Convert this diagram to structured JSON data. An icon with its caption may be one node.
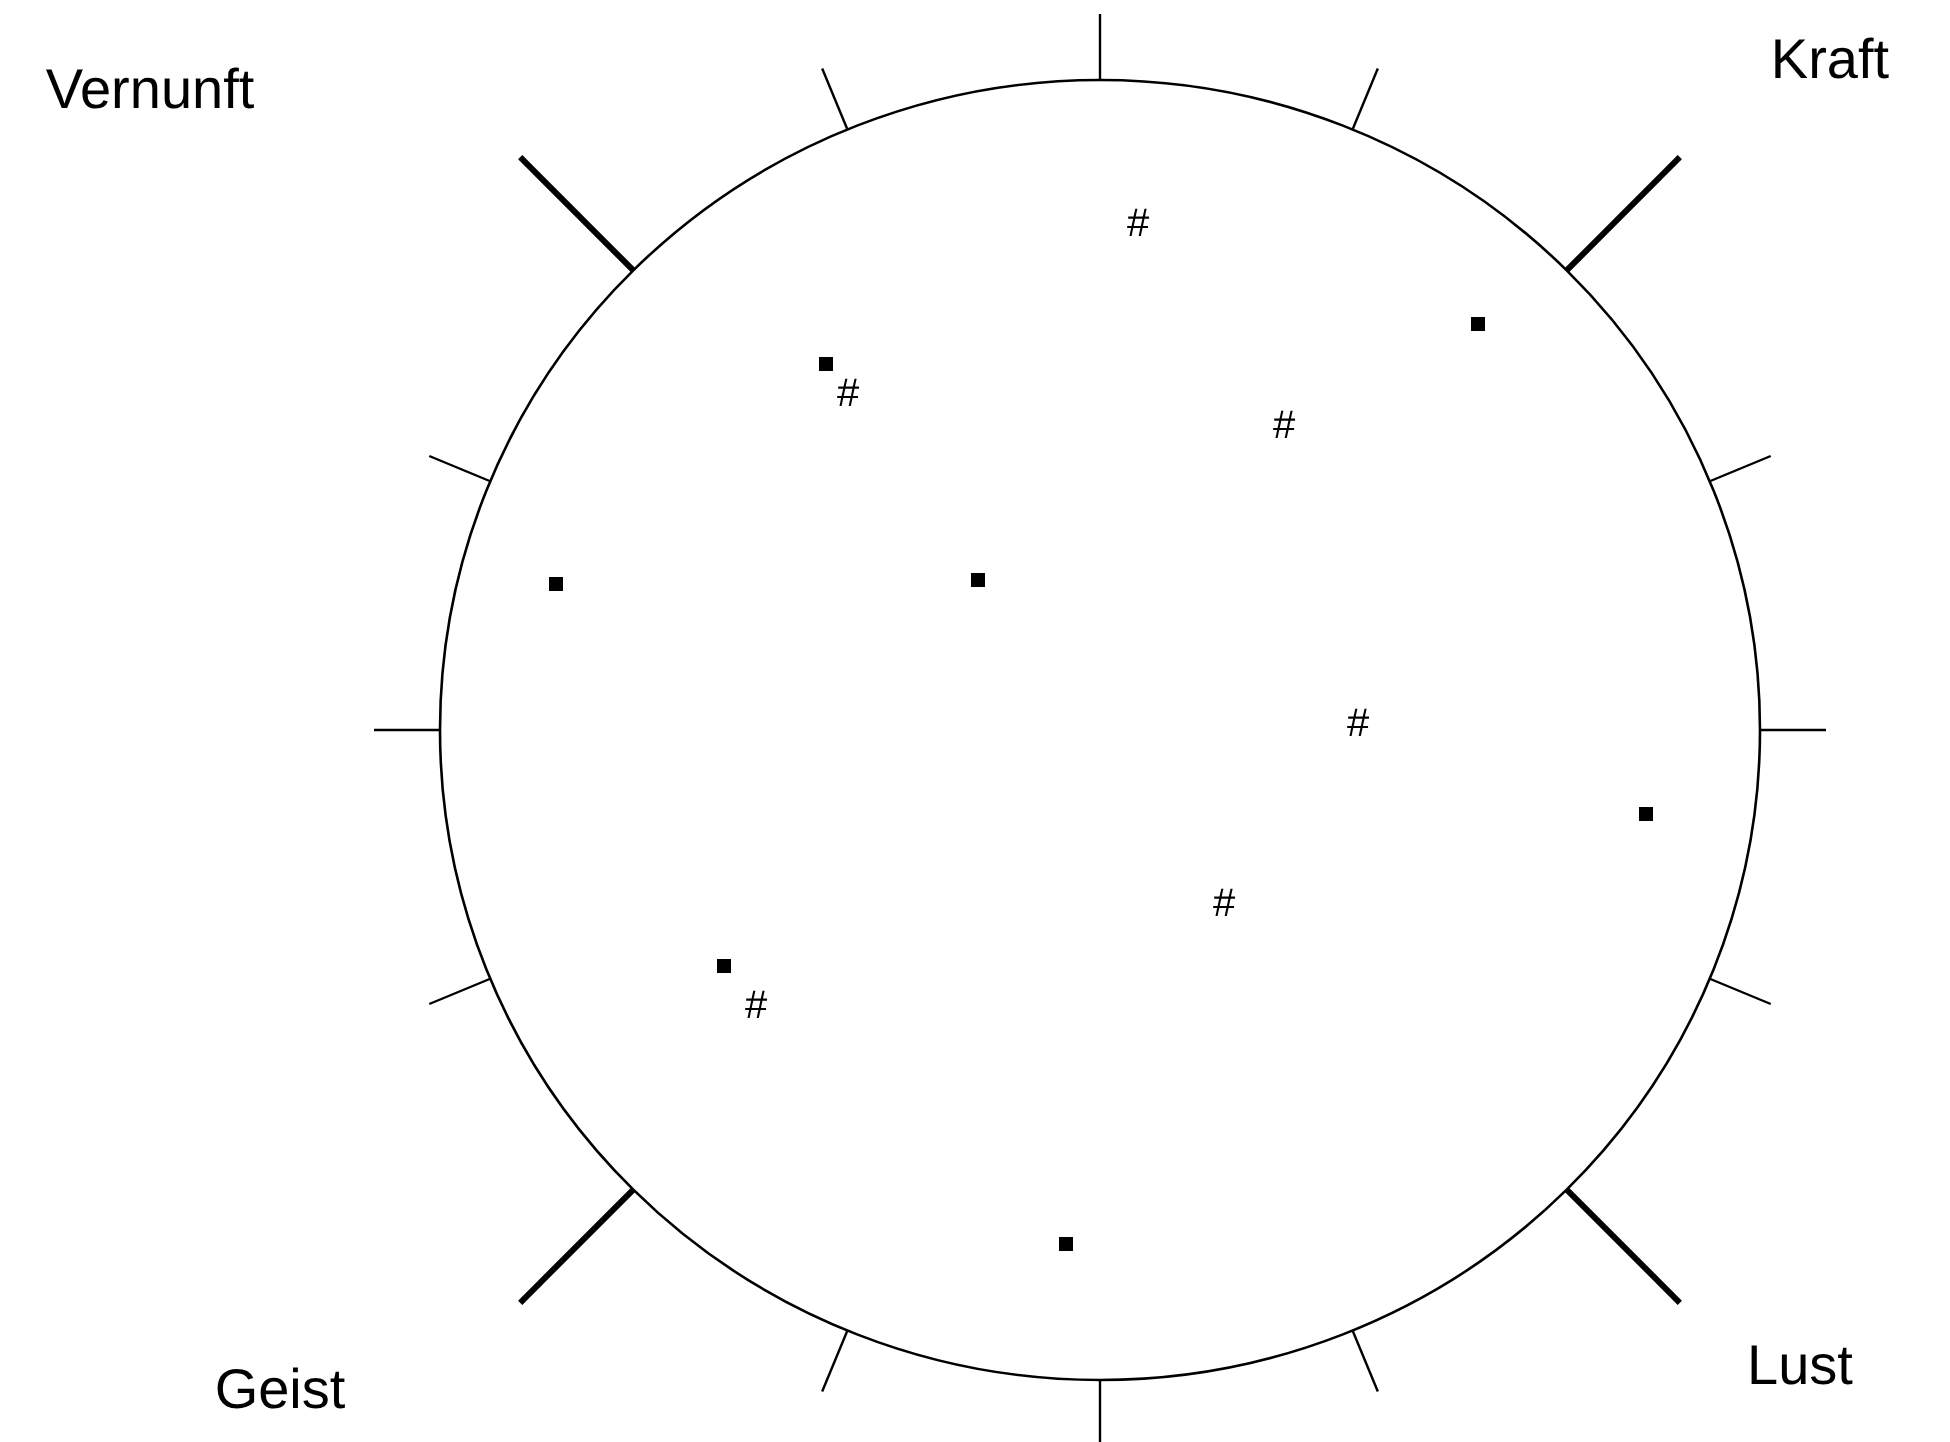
{
  "diagram": {
    "labels": [
      "Vernunft",
      "Kraft",
      "#",
      "#",
      "#",
      "#",
      "#",
      "#",
      "Geist",
      "Lust"
    ]
  }
}
